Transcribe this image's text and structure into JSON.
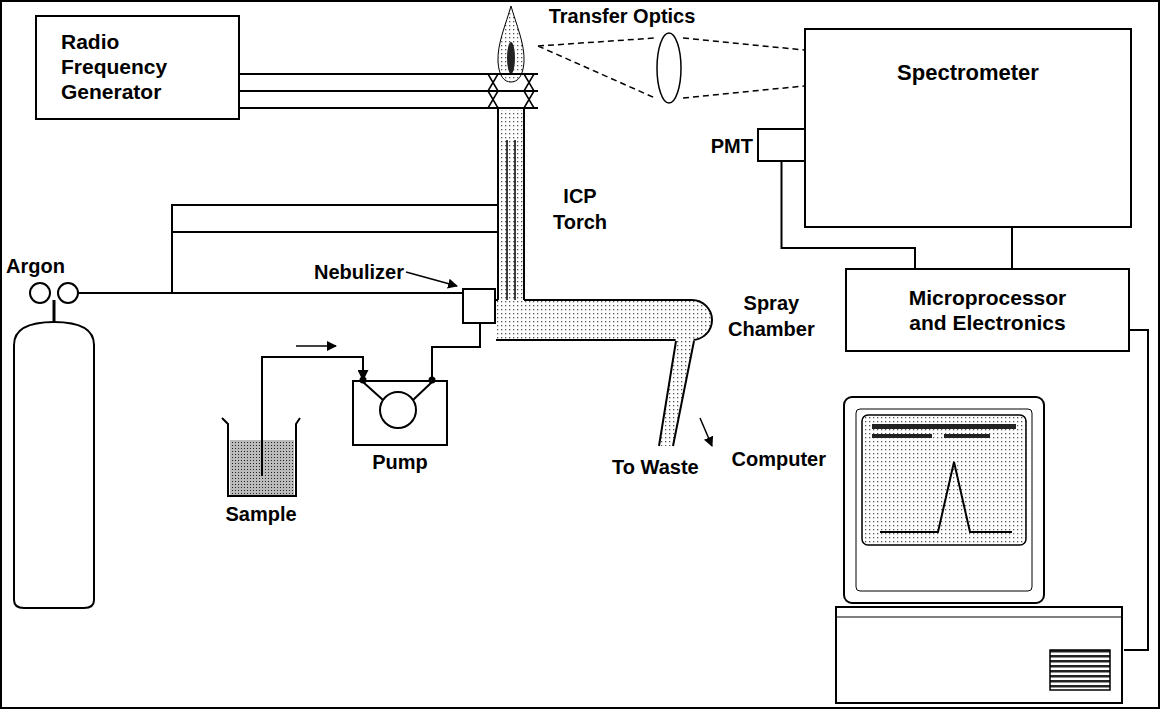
{
  "diagram": {
    "nodes": [
      {
        "text": [
          "Radio Frequency Generator"
        ]
      },
      {
        "text": [
          "Transfer Optics"
        ]
      },
      {
        "text": [
          "Spectrometer"
        ]
      },
      {
        "text": [
          "ICP Torch"
        ]
      },
      {
        "text": [
          "PMT"
        ]
      },
      {
        "text": [
          "Argon"
        ]
      },
      {
        "text": [
          "Nebulizer"
        ]
      },
      {
        "text": [
          "Spray Chamber"
        ]
      },
      {
        "text": [
          "Microprocessor and Electronics"
        ]
      },
      {
        "text": [
          "Sample"
        ]
      },
      {
        "text": [
          "Pump"
        ]
      },
      {
        "text": [
          "Computer"
        ]
      }
    ],
    "edges": [
      {
        "from": 0,
        "to": 3,
        "arrow": "none"
      },
      {
        "from": 3,
        "to": 1,
        "arrow": "none"
      },
      {
        "from": 1,
        "to": 2,
        "arrow": "none"
      },
      {
        "from": 5,
        "to": 6,
        "arrow": "none"
      },
      {
        "from": 5,
        "to": 3,
        "arrow": "none"
      },
      {
        "from": 9,
        "to": 10,
        "arrow": "to"
      },
      {
        "from": 10,
        "to": 6,
        "arrow": "none"
      },
      {
        "from": 4,
        "to": 8,
        "arrow": "none"
      },
      {
        "from": 2,
        "to": 8,
        "arrow": "none"
      },
      {
        "from": 8,
        "to": 11,
        "arrow": "none"
      }
    ],
    "labels": [
      "To Waste"
    ]
  }
}
